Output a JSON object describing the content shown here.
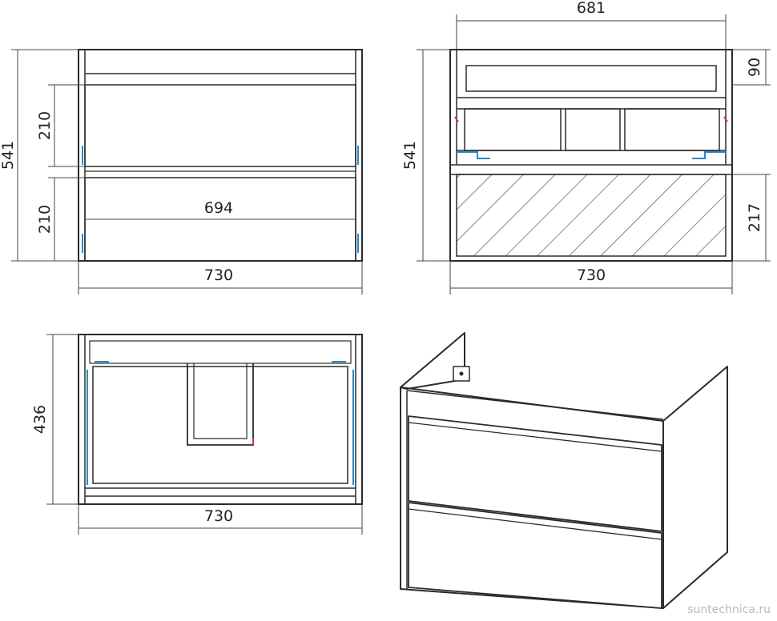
{
  "colors": {
    "line": "#2b2b2b",
    "dim_line": "#444444",
    "accent_blue": "#2a8ac4",
    "accent_red": "#d23a3a"
  },
  "front_view": {
    "height_label": "541",
    "drawer_top_height_label": "210",
    "drawer_bottom_height_label": "210",
    "inner_width_label": "694",
    "overall_width_label": "730"
  },
  "back_view": {
    "top_width_label": "681",
    "height_label": "541",
    "top_offset_label": "90",
    "bottom_height_label": "217",
    "overall_width_label": "730"
  },
  "top_view": {
    "depth_label": "436",
    "overall_width_label": "730"
  },
  "watermark": "suntechnica.ru"
}
